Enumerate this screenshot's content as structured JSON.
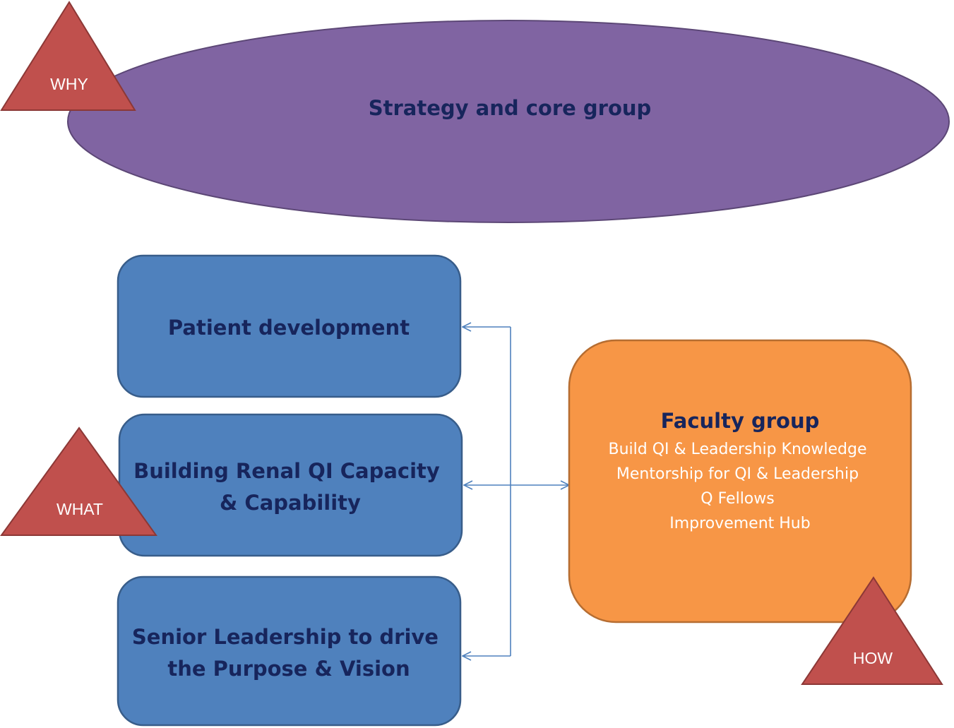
{
  "strategy": {
    "label": "Strategy and core group",
    "color": "#8064a2"
  },
  "what_boxes": [
    {
      "lines": [
        "Patient development"
      ]
    },
    {
      "lines": [
        "Building Renal QI Capacity",
        "& Capability"
      ]
    },
    {
      "lines": [
        "Senior Leadership to drive",
        "the Purpose & Vision"
      ]
    }
  ],
  "faculty": {
    "title": "Faculty group",
    "items": [
      "Build QI & Leadership Knowledge",
      "Mentorship for QI & Leadership",
      "Q Fellows",
      "Improvement Hub"
    ],
    "color": "#f79646"
  },
  "markers": {
    "why": "WHY",
    "what": "WHAT",
    "how": "HOW"
  },
  "colors": {
    "box_fill": "#4f81bd",
    "box_stroke": "#385d8a",
    "marker_fill": "#c0504d",
    "marker_stroke": "#8c3836",
    "title_text": "#17255c",
    "connector": "#4f81bd"
  }
}
